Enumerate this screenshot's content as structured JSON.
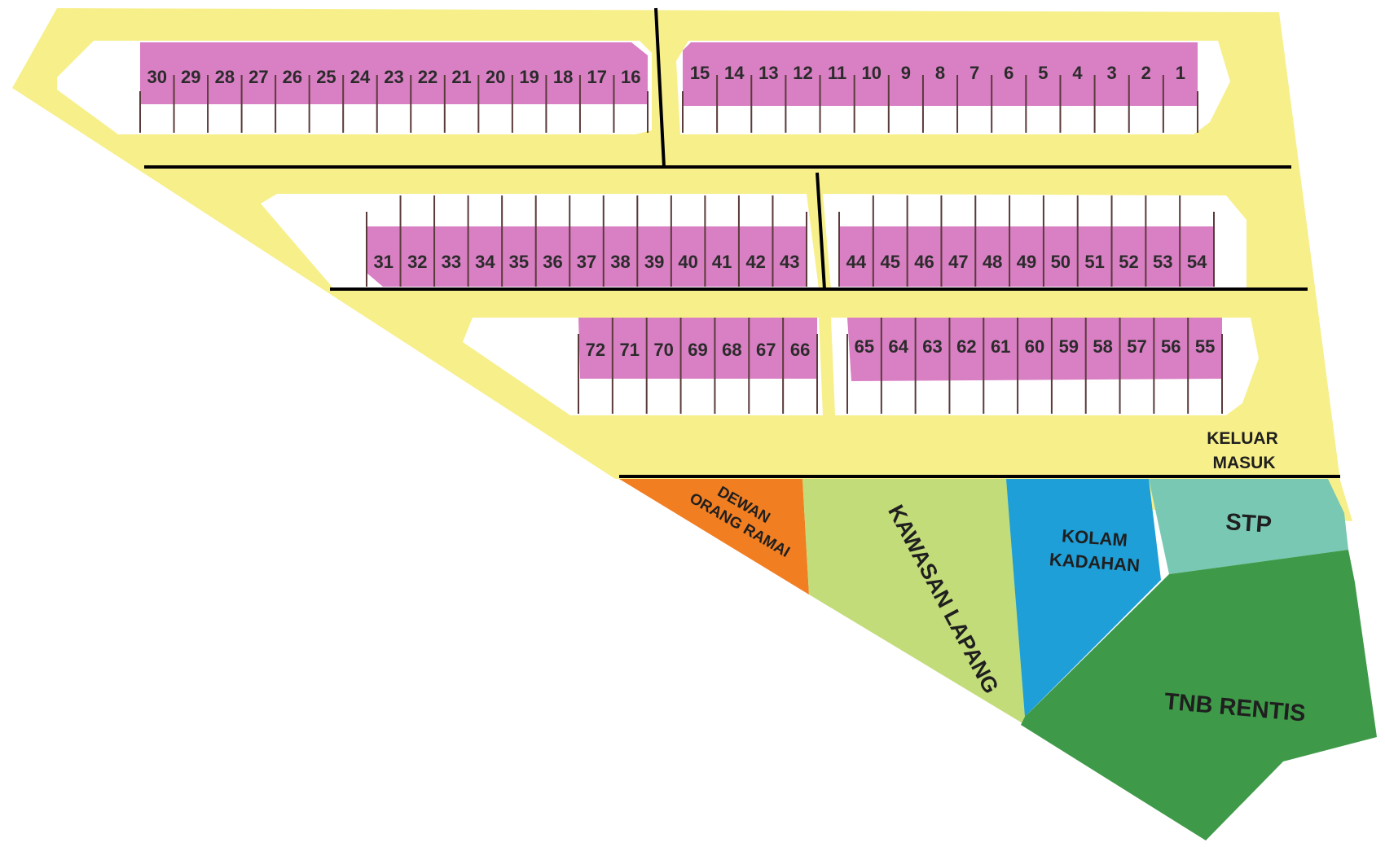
{
  "colors": {
    "road": "#f7ef8a",
    "lot_fill": "#d97fc4",
    "lot_blank": "#ffffff",
    "divider": "#000000",
    "lot_line": "#5a3a3a",
    "dewan": "#f27e22",
    "lapang": "#c3dc7a",
    "kolam": "#1e9fd8",
    "stp": "#78c8b4",
    "tnb": "#3e9a48"
  },
  "gate": {
    "line1": "KELUAR",
    "line2": "MASUK"
  },
  "zones": {
    "dewan": {
      "line1": "DEWAN",
      "line2": "ORANG RAMAI"
    },
    "lapang": {
      "label": "KAWASAN LAPANG"
    },
    "kolam": {
      "line1": "KOLAM",
      "line2": "KADAHAN"
    },
    "stp": {
      "label": "STP"
    },
    "tnb": {
      "label": "TNB RENTIS"
    }
  },
  "lot_rows": [
    {
      "id": "row1-left",
      "lots": [
        "30",
        "29",
        "28",
        "27",
        "26",
        "25",
        "24",
        "23",
        "22",
        "21",
        "20",
        "19",
        "18",
        "17",
        "16"
      ]
    },
    {
      "id": "row1-right",
      "lots": [
        "15",
        "14",
        "13",
        "12",
        "11",
        "10",
        "9",
        "8",
        "7",
        "6",
        "5",
        "4",
        "3",
        "2",
        "1"
      ]
    },
    {
      "id": "row2-left",
      "lots": [
        "31",
        "32",
        "33",
        "34",
        "35",
        "36",
        "37",
        "38",
        "39",
        "40",
        "41",
        "42",
        "43"
      ]
    },
    {
      "id": "row2-right",
      "lots": [
        "44",
        "45",
        "46",
        "47",
        "48",
        "49",
        "50",
        "51",
        "52",
        "53",
        "54"
      ]
    },
    {
      "id": "row3-left",
      "lots": [
        "72",
        "71",
        "70",
        "69",
        "68",
        "67",
        "66"
      ]
    },
    {
      "id": "row3-right",
      "lots": [
        "65",
        "64",
        "63",
        "62",
        "61",
        "60",
        "59",
        "58",
        "57",
        "56",
        "55"
      ]
    }
  ]
}
